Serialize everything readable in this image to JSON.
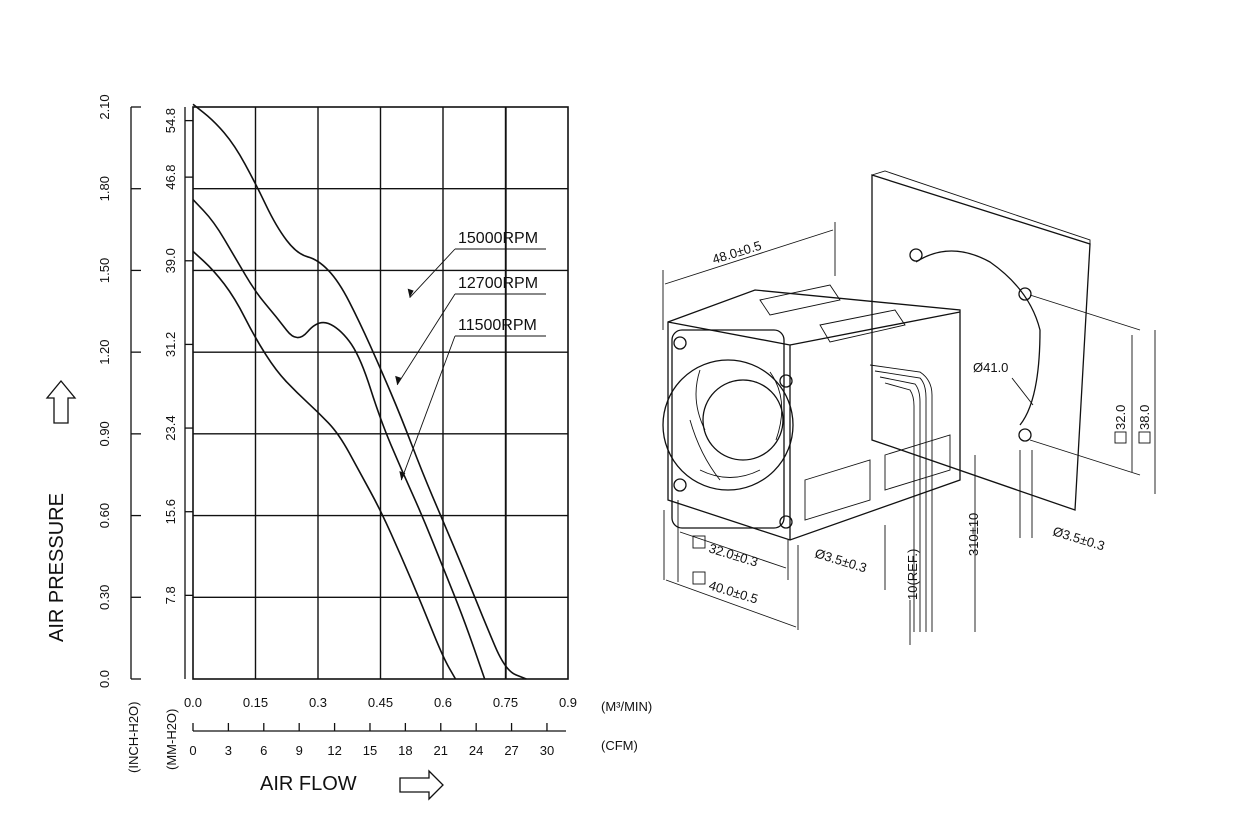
{
  "chart_data": {
    "type": "line",
    "title": "",
    "xlabel": "AIR FLOW",
    "ylabel": "AIR PRESSURE",
    "x_unit_primary": "(M³/MIN)",
    "x_unit_secondary": "(CFM)",
    "y_unit_primary": "(INCH-H2O)",
    "y_unit_secondary": "(MM-H2O)",
    "xlim": [
      0,
      0.9
    ],
    "ylim": [
      0,
      2.1
    ],
    "x_ticks_primary": [
      "0.0",
      "0.15",
      "0.3",
      "0.45",
      "0.6",
      "0.75",
      "0.9"
    ],
    "x_ticks_secondary": [
      "0",
      "3",
      "6",
      "9",
      "12",
      "15",
      "18",
      "21",
      "24",
      "27",
      "30"
    ],
    "y_ticks_inch": [
      "0.0",
      "0.30",
      "0.60",
      "0.90",
      "1.20",
      "1.50",
      "1.80",
      "2.10"
    ],
    "y_ticks_mm": [
      "7.8",
      "15.6",
      "23.4",
      "31.2",
      "39.0",
      "46.8",
      "54.8"
    ],
    "grid": true,
    "series": [
      {
        "name": "15000RPM",
        "label_anchor": [
          0.52,
          1.4
        ],
        "x": [
          0.0,
          0.05,
          0.1,
          0.15,
          0.2,
          0.25,
          0.3,
          0.35,
          0.4,
          0.45,
          0.5,
          0.55,
          0.6,
          0.65,
          0.7,
          0.75,
          0.8
        ],
        "y": [
          2.11,
          2.05,
          1.96,
          1.82,
          1.66,
          1.56,
          1.54,
          1.46,
          1.31,
          1.14,
          0.96,
          0.76,
          0.58,
          0.4,
          0.21,
          0.03,
          0.0
        ]
      },
      {
        "name": "12700RPM",
        "label_anchor": [
          0.49,
          1.08
        ],
        "x": [
          0.0,
          0.05,
          0.1,
          0.15,
          0.2,
          0.25,
          0.3,
          0.35,
          0.4,
          0.45,
          0.5,
          0.55,
          0.6,
          0.65,
          0.7
        ],
        "y": [
          1.76,
          1.68,
          1.55,
          1.42,
          1.33,
          1.23,
          1.32,
          1.29,
          1.19,
          0.95,
          0.77,
          0.6,
          0.41,
          0.22,
          0.0
        ]
      },
      {
        "name": "11500RPM",
        "label_anchor": [
          0.5,
          0.73
        ],
        "x": [
          0.0,
          0.05,
          0.1,
          0.15,
          0.2,
          0.25,
          0.3,
          0.35,
          0.4,
          0.45,
          0.5,
          0.55,
          0.6,
          0.63
        ],
        "y": [
          1.57,
          1.5,
          1.4,
          1.25,
          1.13,
          1.05,
          0.98,
          0.9,
          0.76,
          0.62,
          0.45,
          0.27,
          0.08,
          0.0
        ]
      }
    ]
  },
  "drawing": {
    "dimensions": {
      "width": "48.0±0.5",
      "diag": "Ø41.0",
      "pitch_sq": "32.0",
      "outer_sq": "38.0",
      "front_pitch": "32.0±0.3",
      "front_outer": "40.0±0.5",
      "hole_front": "Ø3.5±0.3",
      "hole_side": "Ø3.5±0.3",
      "wire_ref": "10(REF.)",
      "wire_len": "310±10"
    }
  }
}
